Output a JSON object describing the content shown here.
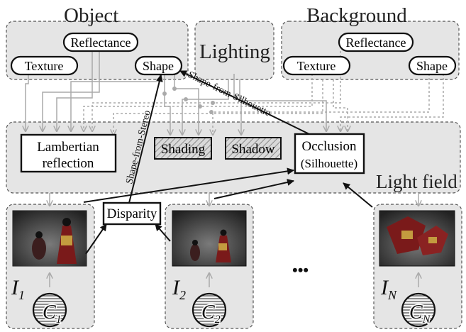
{
  "groups": {
    "object": "Object",
    "lighting": "Lighting",
    "background": "Background",
    "light_field": "Light field"
  },
  "object_props": {
    "reflectance": "Reflectance",
    "texture": "Texture",
    "shape": "Shape"
  },
  "background_props": {
    "reflectance": "Reflectance",
    "texture": "Texture",
    "shape": "Shape"
  },
  "light_field_boxes": {
    "lambertian_line1": "Lambertian",
    "lambertian_line2": "reflection",
    "shading": "Shading",
    "shadow": "Shadow",
    "occlusion_line1": "Occlusion",
    "occlusion_line2": "(Silhouette)"
  },
  "disparity": "Disparity",
  "arrow_labels": {
    "shape_from_stereo": "Shape-from-Stereo",
    "shape_from_silhouette": "Shape-from-Silhouette"
  },
  "ellipsis": "•••",
  "cameras": [
    {
      "image_symbol": "I",
      "image_subscript": "1",
      "camera_symbol": "C",
      "camera_subscript": "1"
    },
    {
      "image_symbol": "I",
      "image_subscript": "2",
      "camera_symbol": "C",
      "camera_subscript": "2"
    },
    {
      "image_symbol": "I",
      "image_subscript": "N",
      "camera_symbol": "C",
      "camera_subscript": "N"
    }
  ]
}
